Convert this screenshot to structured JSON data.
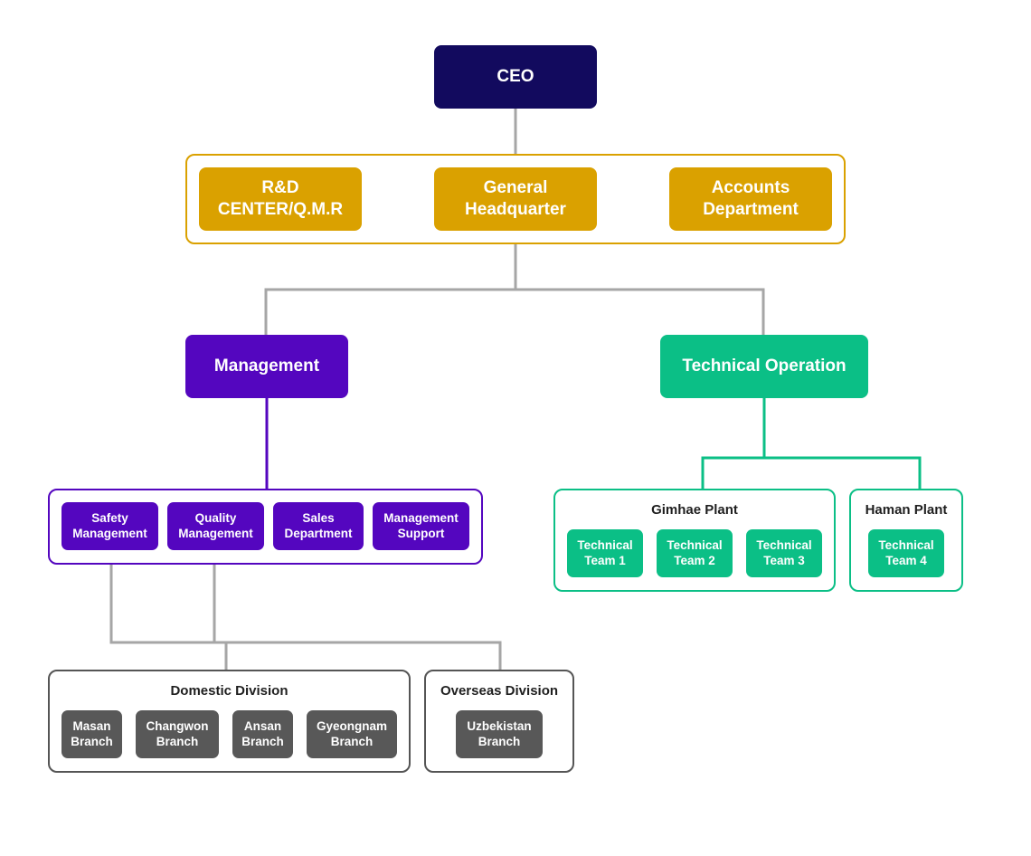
{
  "ceo": {
    "label": "CEO"
  },
  "top_departments": [
    {
      "label": "R&D\nCENTER/Q.M.R"
    },
    {
      "label": "General\nHeadquarter"
    },
    {
      "label": "Accounts\nDepartment"
    }
  ],
  "management": {
    "label": "Management",
    "units": [
      {
        "label": "Safety\nManagement"
      },
      {
        "label": "Quality\nManagement"
      },
      {
        "label": "Sales\nDepartment"
      },
      {
        "label": "Management\nSupport"
      }
    ]
  },
  "technical_operation": {
    "label": "Technical Operation",
    "gimhae_plant": {
      "title": "Gimhae Plant",
      "teams": [
        {
          "label": "Technical\nTeam 1"
        },
        {
          "label": "Technical\nTeam 2"
        },
        {
          "label": "Technical\nTeam 3"
        }
      ]
    },
    "haman_plant": {
      "title": "Haman Plant",
      "teams": [
        {
          "label": "Technical\nTeam 4"
        }
      ]
    }
  },
  "domestic_division": {
    "title": "Domestic Division",
    "branches": [
      {
        "label": "Masan\nBranch"
      },
      {
        "label": "Changwon\nBranch"
      },
      {
        "label": "Ansan\nBranch"
      },
      {
        "label": "Gyeongnam\nBranch"
      }
    ]
  },
  "overseas_division": {
    "title": "Overseas Division",
    "branches": [
      {
        "label": "Uzbekistan\nBranch"
      }
    ]
  },
  "colors": {
    "ceo": "#120a5e",
    "top_level": "#daa100",
    "management": "#5406bf",
    "technical": "#0bbf86",
    "branch": "#585858",
    "connector": "#a6a6a6"
  }
}
